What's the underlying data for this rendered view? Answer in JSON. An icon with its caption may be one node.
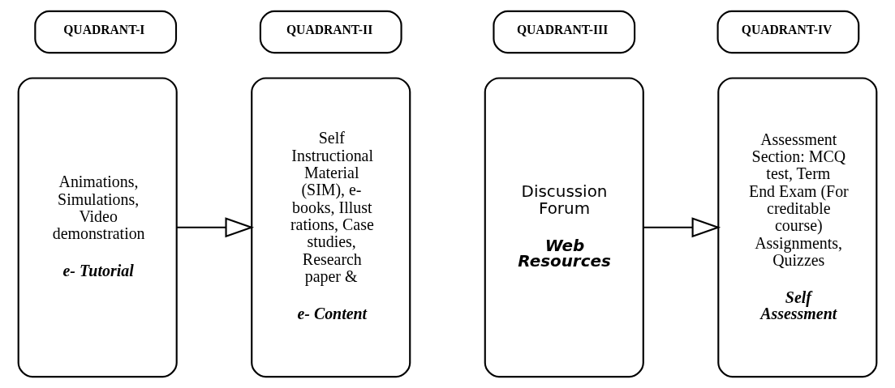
{
  "diagram": {
    "nodes": [
      {
        "text": [
          "QUADRANT-I"
        ]
      },
      {
        "text": [
          "QUADRANT-II"
        ]
      },
      {
        "text": [
          "QUADRANT-III"
        ]
      },
      {
        "text": [
          "QUADRANT-IV"
        ]
      },
      {
        "text": [
          "Animations, Simulations, Video demonstration",
          "e- Tutorial"
        ]
      },
      {
        "text": [
          "Self Instructional Material (SIM), e- books, Illustrations, Case studies, Research paper &",
          "e- Content"
        ]
      },
      {
        "text": [
          "Discussion Forum",
          "Web Resources"
        ]
      },
      {
        "text": [
          "Assessment Section: MCQ test, Term End Exam (For creditable course) Assignments, Quizzes",
          "Self Assessment"
        ]
      }
    ],
    "edges": [
      {
        "from": 4,
        "to": 5,
        "arrow": "to"
      },
      {
        "from": 6,
        "to": 7,
        "arrow": "to"
      }
    ]
  }
}
